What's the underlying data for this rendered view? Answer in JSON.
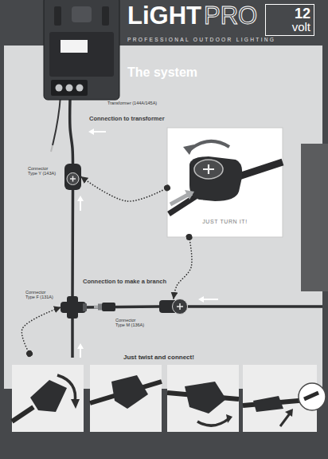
{
  "diagram": {
    "title": "The system",
    "nodes": [
      {
        "text": [
          "Transformer (144A/145A)"
        ]
      },
      {
        "text": [
          "12",
          "volt"
        ]
      },
      {
        "text": [
          "Connector Type Y (143A)"
        ]
      },
      {
        "text": [
          "JUST TURN IT!"
        ]
      },
      {
        "text": [
          "Connector Type F (131A)"
        ]
      },
      {
        "text": [
          "Connector Type M (136A)"
        ]
      },
      {
        "text": [
          "Just twist and connect!"
        ]
      }
    ],
    "edges": [
      {
        "from": 0,
        "to": 2,
        "arrow": "none"
      },
      {
        "from": 2,
        "to": 4,
        "arrow": "none"
      },
      {
        "from": 4,
        "to": 5,
        "arrow": "none"
      },
      {
        "from": 3,
        "to": 2,
        "arrow": "to"
      },
      {
        "from": 3,
        "to": 5,
        "arrow": "to"
      },
      {
        "from": 6,
        "to": 4,
        "arrow": "to"
      }
    ],
    "labels": [
      "LiGHT",
      "PRO",
      "PROFESSIONAL OUTDOOR LIGHTING",
      "Connection to transformer",
      "Connection to make a branch"
    ]
  }
}
